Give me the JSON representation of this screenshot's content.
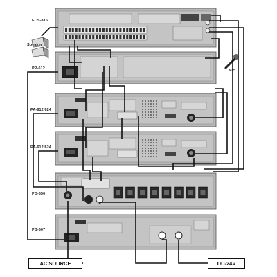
{
  "labels": {
    "ecs": "ECS-816",
    "speaker": "Speaker",
    "pp": "PP-612",
    "mic": "Mic",
    "pa1": "PA-612/624",
    "pa2": "PA-612/624",
    "pd": "PD-650",
    "pb": "PB-607"
  },
  "boxes": {
    "ac_source": "AC SOURCE",
    "dc": "DC-24V"
  }
}
